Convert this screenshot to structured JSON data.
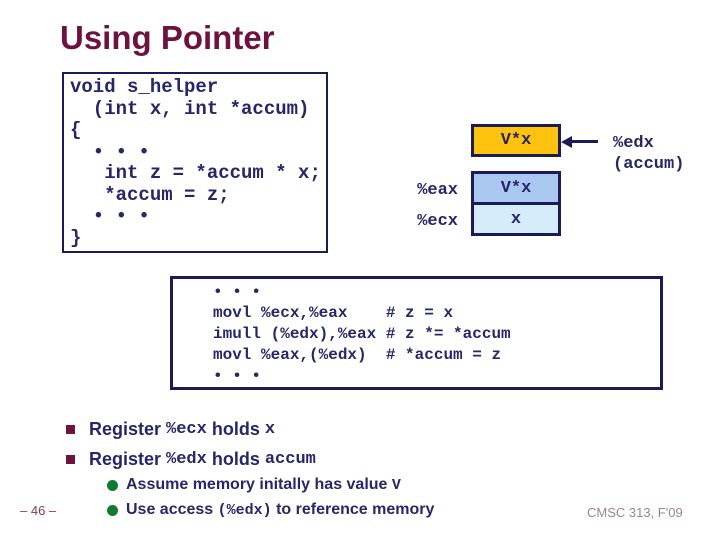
{
  "slide": {
    "title": "Using Pointer",
    "page_number": "– 46 –",
    "course_footer": "CMSC 313, F'09"
  },
  "code_box": {
    "lines": [
      "void s_helper",
      "  (int x, int *accum)",
      "{",
      "  • • •",
      "   int z = *accum * x;",
      "   *accum = z;",
      "  • • •",
      "}"
    ]
  },
  "diagram": {
    "memory_cell_value": "V*x",
    "pointer_register": "%edx",
    "pointer_register_sub": "(accum)",
    "registers": [
      {
        "name": "%eax",
        "value": "V*x"
      },
      {
        "name": "%ecx",
        "value": "x"
      }
    ],
    "colors": {
      "memory_fill": "#ffc20e",
      "eax_fill": "#a9c7ef",
      "ecx_fill": "#d7ecfb",
      "border": "#1b1b55"
    }
  },
  "assembly_box": {
    "lines": [
      "• • •",
      "movl %ecx,%eax    # z = x",
      "imull (%edx),%eax # z *= *accum",
      "movl %eax,(%edx)  # *accum = z",
      "• • •"
    ]
  },
  "bullets": [
    {
      "segments": [
        {
          "text": "Register ",
          "style": "sans"
        },
        {
          "text": "%ecx",
          "style": "mono"
        },
        {
          "text": " holds ",
          "style": "sans"
        },
        {
          "text": "x",
          "style": "mono"
        }
      ]
    },
    {
      "segments": [
        {
          "text": "Register ",
          "style": "sans"
        },
        {
          "text": "%edx",
          "style": "mono"
        },
        {
          "text": " holds ",
          "style": "sans"
        },
        {
          "text": "accum",
          "style": "mono"
        }
      ]
    }
  ],
  "sub_bullets": [
    {
      "segments": [
        {
          "text": "Assume memory initally has value ",
          "style": "sans"
        },
        {
          "text": "V",
          "style": "mono"
        }
      ]
    },
    {
      "segments": [
        {
          "text": "Use access ",
          "style": "sans"
        },
        {
          "text": "(%edx)",
          "style": "mono"
        },
        {
          "text": " to reference memory",
          "style": "sans"
        }
      ]
    }
  ]
}
